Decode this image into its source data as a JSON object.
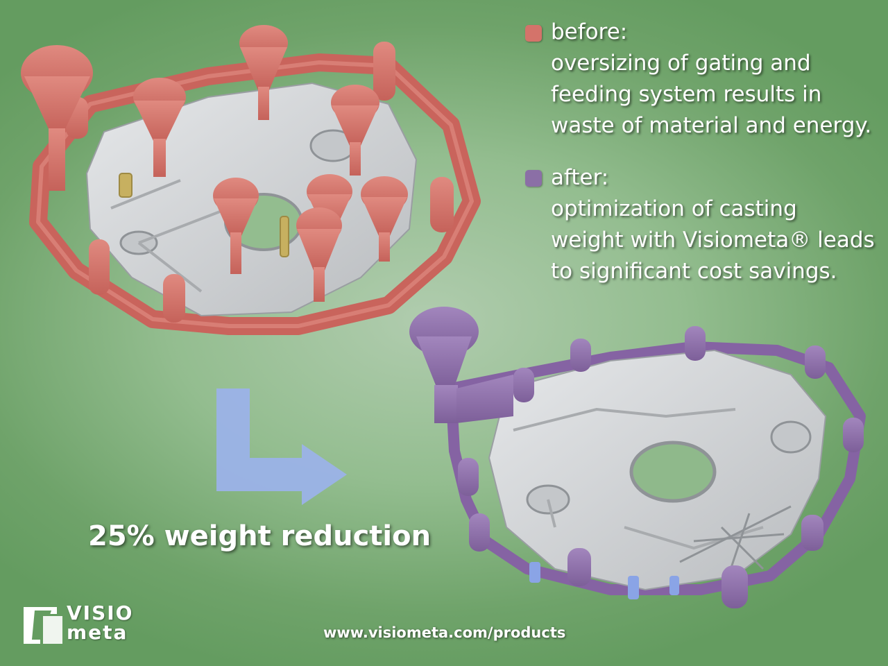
{
  "colors": {
    "before": "#d4736a",
    "after": "#8b6fa6",
    "arrow": "#9bb2e8",
    "metal": "#d4d6d8",
    "background": "#93bd8f"
  },
  "legend": {
    "before": {
      "label": "before:",
      "lines": [
        "oversizing of gating and",
        "feeding system results in",
        "waste of material and energy."
      ]
    },
    "after": {
      "label": "after:",
      "lines": [
        "optimization of casting",
        "weight with Visiometa® leads",
        "to significant cost savings."
      ]
    }
  },
  "reduction_text": "25% weight reduction",
  "url": "www.visiometa.com/products",
  "logo": {
    "line1": "VISIO",
    "line2": "meta",
    "icon": "visiometa-logo-icon"
  },
  "arrow_icon": "l-shaped-arrow-icon"
}
